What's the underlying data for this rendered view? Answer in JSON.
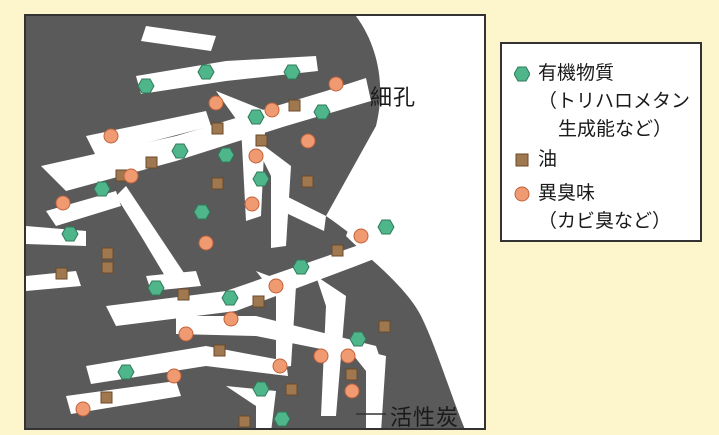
{
  "labels": {
    "pore": "細孔",
    "activated_carbon": "活性炭"
  },
  "legend": {
    "items": [
      {
        "symbol": "green-hexagon",
        "lines": [
          "有機物質",
          "（トリハロメタン",
          "生成能など）"
        ]
      },
      {
        "symbol": "brown-square",
        "lines": [
          "油"
        ]
      },
      {
        "symbol": "orange-circle",
        "lines": [
          "異臭味",
          "（カビ臭など）"
        ]
      }
    ]
  },
  "colors": {
    "background": "#fdf6cc",
    "carbon": "#5a5a5a",
    "pore": "#ffffff",
    "organic": "#4fb58a",
    "oil": "#a07850",
    "odor": "#f09a72"
  }
}
